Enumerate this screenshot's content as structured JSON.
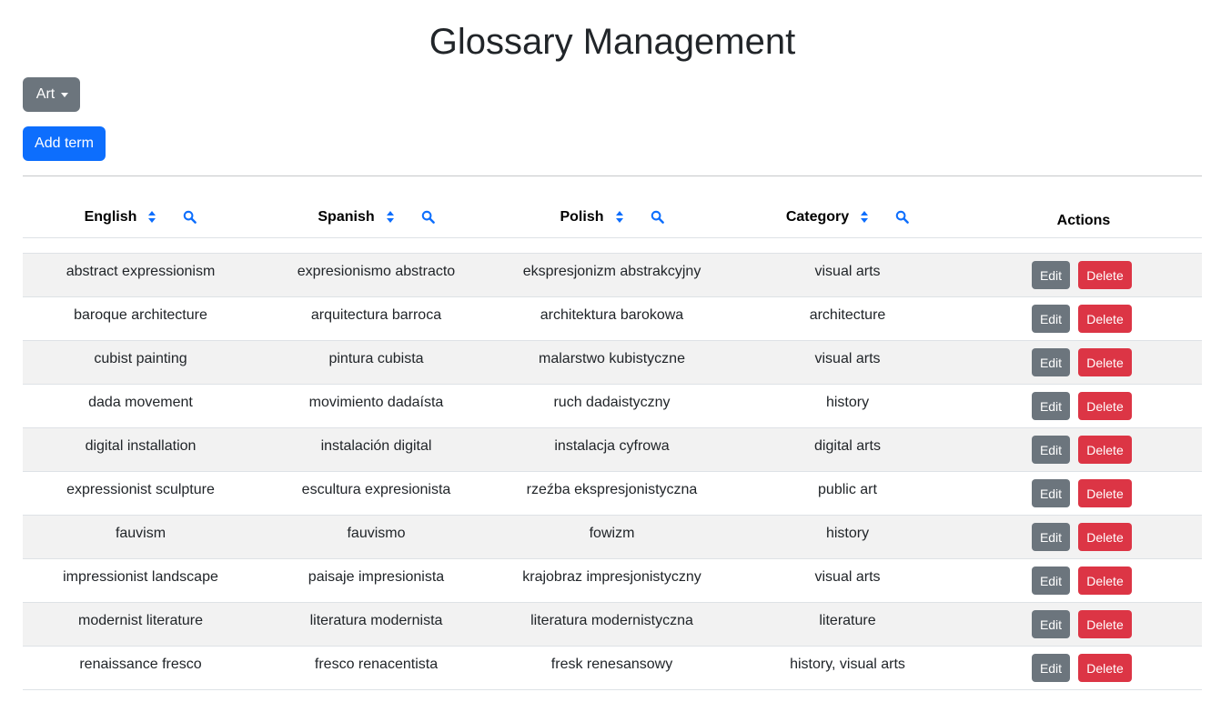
{
  "page": {
    "title": "Glossary Management"
  },
  "toolbar": {
    "glossary_select_label": "Art",
    "add_term_label": "Add term"
  },
  "table": {
    "columns": [
      {
        "label": "English",
        "sortable": true,
        "searchable": true
      },
      {
        "label": "Spanish",
        "sortable": true,
        "searchable": true
      },
      {
        "label": "Polish",
        "sortable": true,
        "searchable": true
      },
      {
        "label": "Category",
        "sortable": true,
        "searchable": true
      },
      {
        "label": "Actions",
        "sortable": false,
        "searchable": false
      }
    ],
    "edit_label": "Edit",
    "delete_label": "Delete",
    "rows": [
      {
        "english": "abstract expressionism",
        "spanish": "expresionismo abstracto",
        "polish": "ekspresjonizm abstrakcyjny",
        "category": "visual arts"
      },
      {
        "english": "baroque architecture",
        "spanish": "arquitectura barroca",
        "polish": "architektura barokowa",
        "category": "architecture"
      },
      {
        "english": "cubist painting",
        "spanish": "pintura cubista",
        "polish": "malarstwo kubistyczne",
        "category": "visual arts"
      },
      {
        "english": "dada movement",
        "spanish": "movimiento dadaísta",
        "polish": "ruch dadaistyczny",
        "category": "history"
      },
      {
        "english": "digital installation",
        "spanish": "instalación digital",
        "polish": "instalacja cyfrowa",
        "category": "digital arts"
      },
      {
        "english": "expressionist sculpture",
        "spanish": "escultura expresionista",
        "polish": "rzeźba ekspresjonistyczna",
        "category": "public art"
      },
      {
        "english": "fauvism",
        "spanish": "fauvismo",
        "polish": "fowizm",
        "category": "history"
      },
      {
        "english": "impressionist landscape",
        "spanish": "paisaje impresionista",
        "polish": "krajobraz impresjonistyczny",
        "category": "visual arts"
      },
      {
        "english": "modernist literature",
        "spanish": "literatura modernista",
        "polish": "literatura modernistyczna",
        "category": "literature"
      },
      {
        "english": "renaissance fresco",
        "spanish": "fresco renacentista",
        "polish": "fresk renesansowy",
        "category": "history, visual arts"
      }
    ]
  },
  "colors": {
    "primary": "#0d6efd",
    "secondary": "#6c757d",
    "danger": "#dc3545",
    "stripe": "#f2f2f2"
  },
  "icons": {
    "sort": "sort-icon",
    "search": "search-icon",
    "caret": "caret-down-icon"
  }
}
